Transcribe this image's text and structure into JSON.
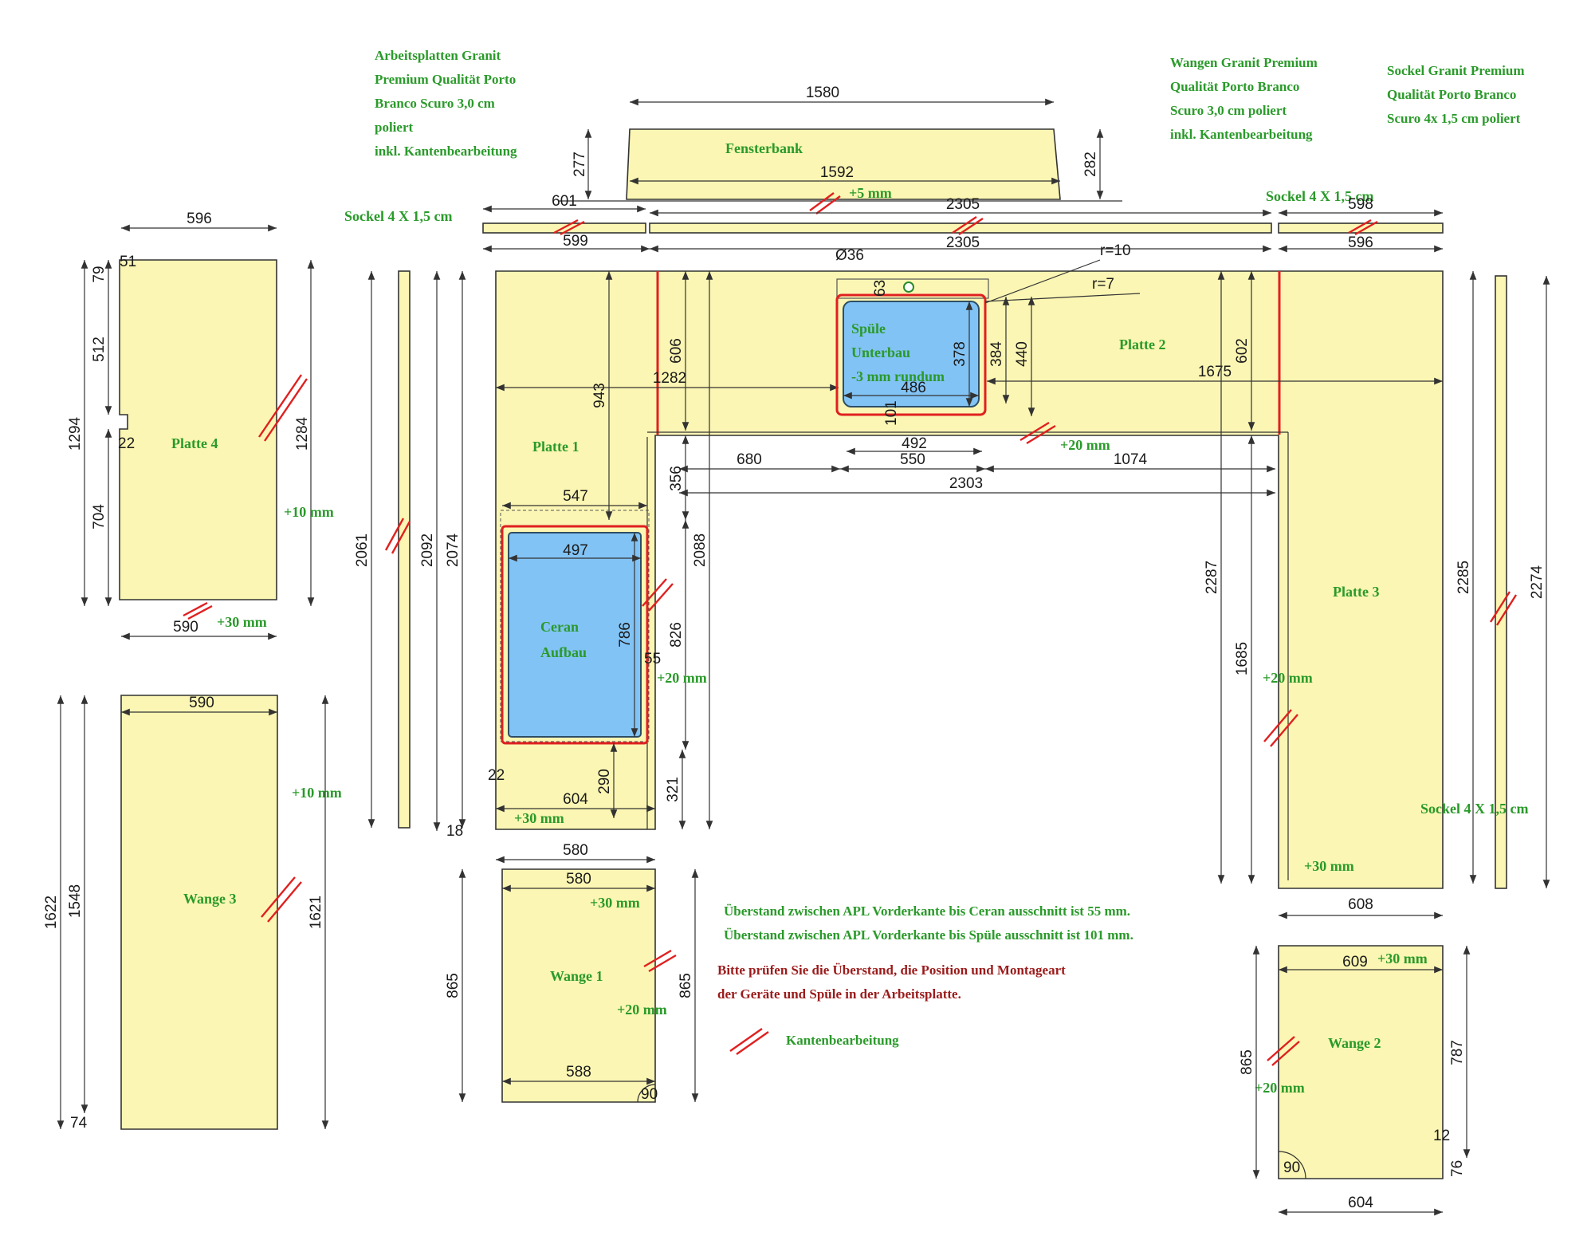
{
  "notes": {
    "worktops": [
      "Arbeitsplatten Granit",
      "Premium Qualität Porto",
      "Branco Scuro 3,0 cm",
      "poliert",
      "inkl. Kantenbearbeitung"
    ],
    "panels": [
      "Wangen Granit Premium",
      "Qualität Porto Branco",
      "Scuro 3,0 cm poliert",
      "inkl. Kantenbearbeitung"
    ],
    "plinth": [
      "Sockel Granit Premium",
      "Qualität Porto Branco",
      "Scuro 4x 1,5 cm poliert"
    ],
    "overhang_ceran": "Überstand zwischen APL Vorderkante bis Ceran ausschnitt ist 55 mm.",
    "overhang_sink": "Überstand zwischen APL Vorderkante bis Spüle ausschnitt ist 101 mm.",
    "check_1": "Bitte prüfen Sie die Überstand, die Position und Montageart",
    "check_2": "der Geräte und Spüle in der Arbeitsplatte.",
    "legend_edge": "Kantenbearbeitung"
  },
  "labels": {
    "fensterbank": "Fensterbank",
    "platte1": "Platte 1",
    "platte2": "Platte 2",
    "platte3": "Platte 3",
    "platte4": "Platte 4",
    "wange1": "Wange 1",
    "wange2": "Wange 2",
    "wange3": "Wange 3",
    "spuele_1": "Spüle",
    "spuele_2": "Unterbau",
    "spuele_3": "-3 mm rundum",
    "ceran_1": "Ceran",
    "ceran_2": "Aufbau",
    "sockel_a": "Sockel 4 X 1,5 cm",
    "sockel_b": "Sockel 4 X 1,5 cm",
    "sockel_c": "Sockel 4 X 1,5 cm"
  },
  "extras": {
    "p5": "+5 mm",
    "p20a": "+20 mm",
    "p20b": "+20 mm",
    "p20c": "+20 mm",
    "p20d": "+20 mm",
    "p20e": "+20 mm",
    "p10a": "+10 mm",
    "p10b": "+10 mm",
    "p30a": "+30 mm",
    "p30b": "+30 mm",
    "p30c": "+30 mm",
    "p30d": "+30 mm",
    "p30e": "+30 mm"
  },
  "dims": {
    "d1580": "1580",
    "d1592": "1592",
    "d277": "277",
    "d282": "282",
    "d601": "601",
    "d599": "599",
    "d2305a": "2305",
    "d2305b": "2305",
    "d598": "598",
    "d596a": "596",
    "d596b": "596",
    "d036": "Ø36",
    "r10": "r=10",
    "r7": "r=7",
    "d79": "79",
    "d51": "51",
    "d512": "512",
    "d1294": "1294",
    "d704": "704",
    "d22a": "22",
    "d1284": "1284",
    "d590a": "590",
    "d590b": "590",
    "d2061": "2061",
    "d2092": "2092",
    "d2074": "2074",
    "d943": "943",
    "d606": "606",
    "d1282": "1282",
    "d63": "63",
    "d378": "378",
    "d384": "384",
    "d440": "440",
    "d486": "486",
    "d101": "101",
    "d602": "602",
    "d1675": "1675",
    "d492": "492",
    "d550": "550",
    "d680": "680",
    "d1074": "1074",
    "d2303": "2303",
    "d356": "356",
    "d547": "547",
    "d497": "497",
    "d2088": "2088",
    "d786": "786",
    "d55": "55",
    "d826": "826",
    "d22b": "22",
    "d290": "290",
    "d321": "321",
    "d604a": "604",
    "d18": "18",
    "d580a": "580",
    "d580b": "580",
    "d865a": "865",
    "d865b": "865",
    "d588": "588",
    "d90a": "90",
    "d1622": "1622",
    "d1548": "1548",
    "d1621": "1621",
    "d74": "74",
    "d2287": "2287",
    "d1685": "1685",
    "d2285": "2285",
    "d2274": "2274",
    "d608": "608",
    "d609": "609",
    "d865c": "865",
    "d787": "787",
    "d12": "12",
    "d76": "76",
    "d90b": "90",
    "d604b": "604"
  }
}
